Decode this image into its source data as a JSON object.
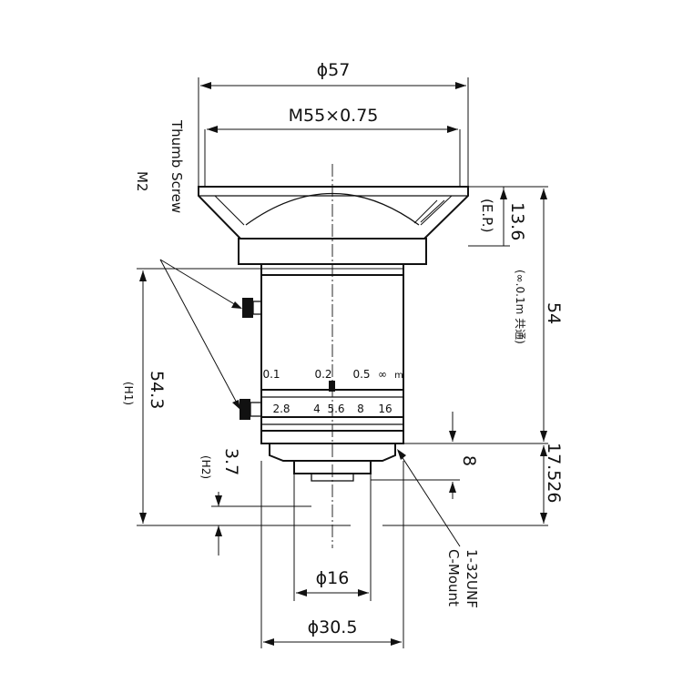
{
  "dimensions": {
    "phi57": "ϕ57",
    "thread": "M55×0.75",
    "ep_value": "13.6",
    "ep_label": "(E.P.)",
    "note": "(∞.0.1m 共通)",
    "total": "54",
    "flange": "17.526",
    "h1_value": "54.3",
    "h1_label": "(H1)",
    "h2_value": "3.7",
    "h2_label": "(H2)",
    "mount_len": "8",
    "phi16": "ϕ16",
    "phi305": "ϕ30.5"
  },
  "callouts": {
    "thumb_screw": "Thumb Screw",
    "m2": "M2",
    "unf": "1-32UNF",
    "cmount": "C-Mount"
  },
  "focus_scale": [
    "0.1",
    "0.2",
    "0.5",
    "∞",
    "m"
  ],
  "aperture_scale": [
    "2.8",
    "4",
    "5.6",
    "8",
    "16"
  ]
}
